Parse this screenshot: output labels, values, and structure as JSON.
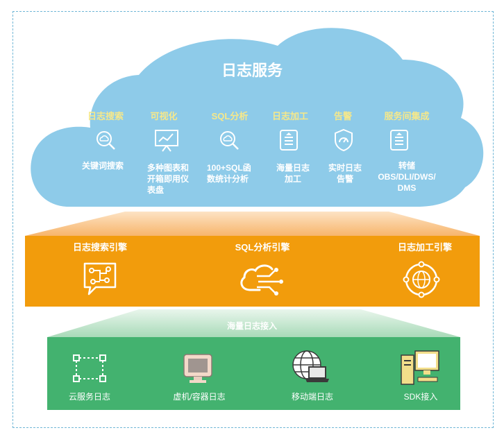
{
  "title": "日志服务",
  "features": [
    {
      "caption": "日志搜索",
      "icon": "search-cloud-icon",
      "lines": [
        "关键词搜索"
      ]
    },
    {
      "caption": "可视化",
      "icon": "chart-board-icon",
      "lines": [
        "多种图表和",
        "开箱即用仪",
        "表盘"
      ]
    },
    {
      "caption": "SQL分析",
      "icon": "sql-search-icon",
      "lines": [
        "100+SQL函",
        "数统计分析"
      ]
    },
    {
      "caption": "日志加工",
      "icon": "log-process-icon",
      "lines": [
        "海量日志",
        "加工"
      ]
    },
    {
      "caption": "告警",
      "icon": "alarm-shield-icon",
      "lines": [
        "实时日志",
        "告警"
      ]
    },
    {
      "caption": "服务间集成",
      "icon": "integration-icon",
      "lines": [
        "转储",
        "OBS/DLI/DWS/",
        "DMS"
      ]
    }
  ],
  "engines": [
    {
      "label": "日志搜索引擎",
      "icon": "circuit-chat-icon"
    },
    {
      "label": "SQL分析引擎",
      "icon": "cloud-network-icon"
    },
    {
      "label": "日志加工引擎",
      "icon": "globe-ring-icon"
    }
  ],
  "ingest_label": "海量日志接入",
  "sources": [
    {
      "label": "云服务日志",
      "icon": "cloud-nodes-icon"
    },
    {
      "label": "虚机/容器日志",
      "icon": "monitor-icon"
    },
    {
      "label": "移动端日志",
      "icon": "globe-laptop-icon"
    },
    {
      "label": "SDK接入",
      "icon": "desktop-computer-icon"
    }
  ],
  "colors": {
    "cloud": "#8ecbe9",
    "engine": "#f29c0c",
    "source": "#43b26f",
    "caption": "#f6e88a",
    "frame": "#6fb6d6"
  }
}
